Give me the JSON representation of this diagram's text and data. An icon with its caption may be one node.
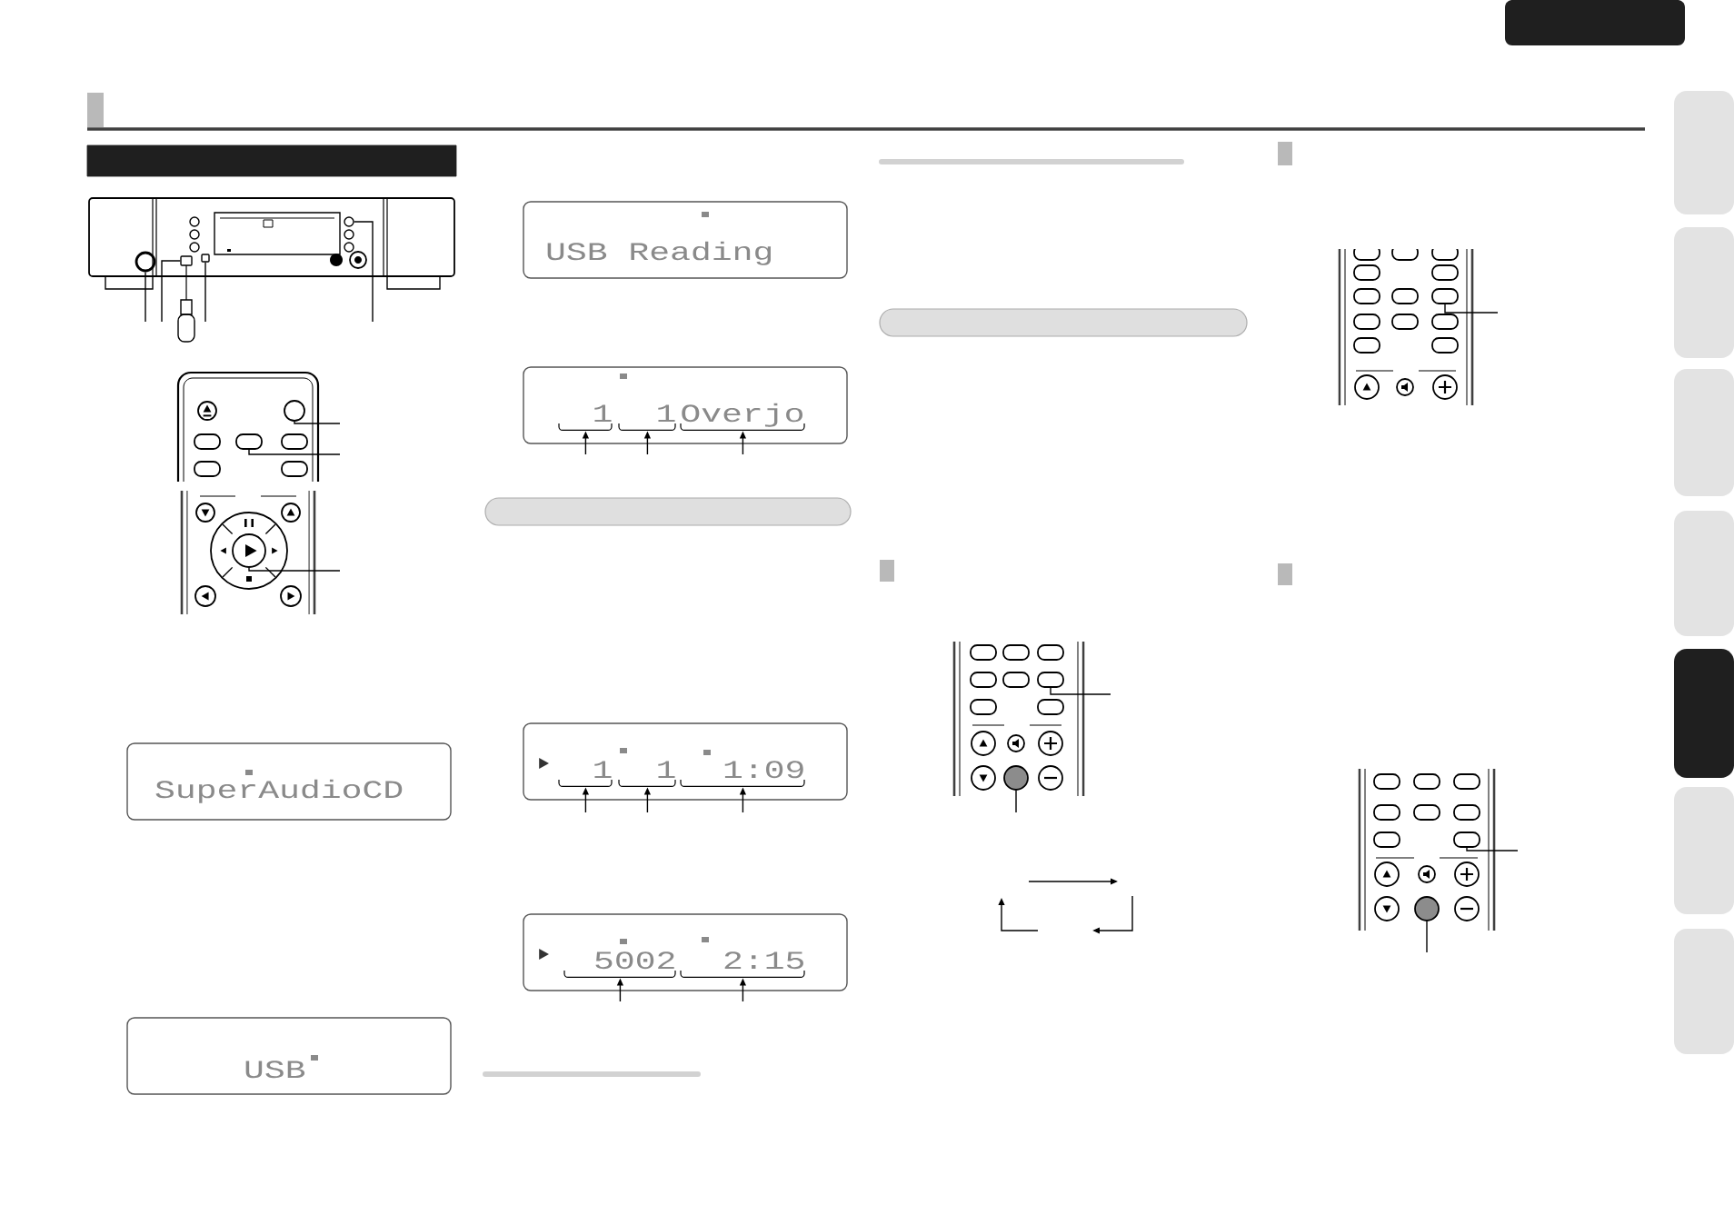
{
  "diagram": {
    "nodes": [
      {
        "text": [],
        "shape": "bar"
      },
      {
        "text": [],
        "shape": "circle"
      },
      {
        "text": [],
        "shape": "box"
      },
      {
        "text": [],
        "shape": "box"
      },
      {
        "text": [],
        "shape": "circle"
      },
      {
        "text": [],
        "shape": "circle"
      },
      {
        "text": [],
        "shape": "circle"
      },
      {
        "text": [],
        "shape": "box"
      },
      {
        "text": [],
        "shape": "circle"
      },
      {
        "text": [],
        "shape": "circle"
      },
      {
        "text": [],
        "shape": "circle"
      },
      {
        "text": [],
        "shape": "circle"
      },
      {
        "text": [],
        "shape": "circle"
      },
      {
        "text": [
          "SuperAudioCD"
        ]
      },
      {
        "text": [
          "USB"
        ]
      },
      {
        "text": [
          "USB Reading"
        ]
      },
      {
        "text": [],
        "shape": "box"
      },
      {
        "text": [
          "1"
        ],
        "in": 16
      },
      {
        "text": [
          "1"
        ],
        "in": 16
      },
      {
        "text": [
          "Overjo"
        ],
        "in": 16
      },
      {
        "text": [],
        "shape": "bar"
      },
      {
        "text": [],
        "shape": "box"
      },
      {
        "text": [
          "1"
        ],
        "in": 21
      },
      {
        "text": [
          "1"
        ],
        "in": 21
      },
      {
        "text": [
          "1:09"
        ],
        "in": 21
      },
      {
        "text": [],
        "shape": "box"
      },
      {
        "text": [
          "5002"
        ],
        "in": 25
      },
      {
        "text": [
          "2:15"
        ],
        "in": 25
      },
      {
        "text": [],
        "shape": "bar"
      },
      {
        "text": [],
        "shape": "box"
      },
      {
        "text": [],
        "shape": "circle"
      },
      {
        "text": [],
        "shape": "box"
      },
      {
        "text": [],
        "shape": "box"
      },
      {
        "text": [],
        "shape": "circle"
      }
    ],
    "edges": [
      {
        "from": null,
        "to": 1,
        "arrow": "none"
      },
      {
        "from": null,
        "to": 2,
        "arrow": "none"
      },
      {
        "from": null,
        "to": 3,
        "arrow": "none"
      },
      {
        "from": null,
        "to": 4,
        "arrow": "none"
      },
      {
        "from": null,
        "to": 6,
        "arrow": "none"
      },
      {
        "from": null,
        "to": 7,
        "arrow": "none"
      },
      {
        "from": null,
        "to": 10,
        "arrow": "none"
      },
      {
        "from": null,
        "to": 17,
        "arrow": "to"
      },
      {
        "from": null,
        "to": 18,
        "arrow": "to"
      },
      {
        "from": null,
        "to": 19,
        "arrow": "to"
      },
      {
        "from": null,
        "to": 22,
        "arrow": "to"
      },
      {
        "from": null,
        "to": 23,
        "arrow": "to"
      },
      {
        "from": null,
        "to": 24,
        "arrow": "to"
      },
      {
        "from": null,
        "to": 26,
        "arrow": "to"
      },
      {
        "from": null,
        "to": 27,
        "arrow": "to"
      },
      {
        "from": null,
        "to": 29,
        "arrow": "none"
      },
      {
        "from": null,
        "to": 30,
        "arrow": "none"
      },
      {
        "from": null,
        "to": 31,
        "arrow": "none"
      },
      {
        "from": null,
        "to": 32,
        "arrow": "none"
      },
      {
        "from": null,
        "to": 33,
        "arrow": "none"
      }
    ]
  }
}
